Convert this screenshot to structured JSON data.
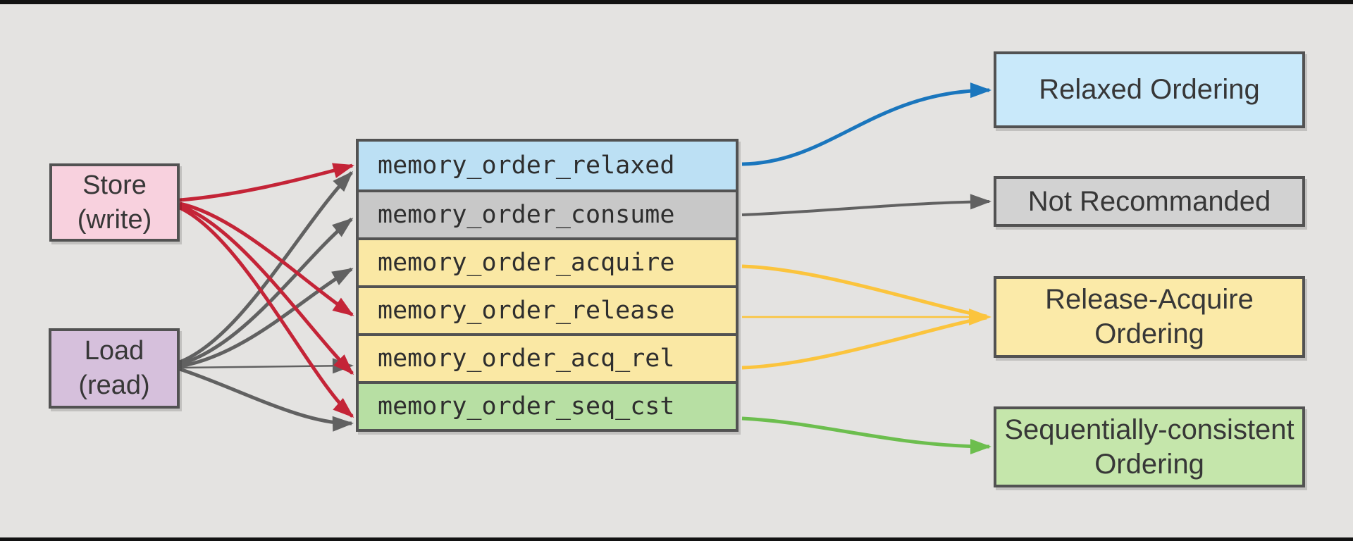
{
  "colors": {
    "background": "#e4e3e1",
    "band": "#121212",
    "border": "#525252",
    "text": "#373737",
    "store_fill": "#f8d1de",
    "load_fill": "#d6c0dc",
    "relaxed_fill": "#bce0f4",
    "consume_fill": "#c8c8c8",
    "acquire_fill": "#fae8a4",
    "seq_cst_fill": "#b7dfa3",
    "relaxed_ordering_fill": "#c9e9fa",
    "not_recommanded_fill": "#d2d2d2",
    "release_acquire_fill": "#fbeaa8",
    "seq_ordering_fill": "#c5e6ab",
    "arrow_red": "#c42437",
    "arrow_gray": "#616161",
    "arrow_blue": "#1a76bd",
    "arrow_yellow": "#fbc43d",
    "arrow_green": "#6cbe4e"
  },
  "sources": [
    {
      "id": "store",
      "label": "Store",
      "sublabel": "(write)"
    },
    {
      "id": "load",
      "label": "Load",
      "sublabel": "(read)"
    }
  ],
  "orders": [
    {
      "id": "relaxed",
      "label": "memory_order_relaxed"
    },
    {
      "id": "consume",
      "label": "memory_order_consume"
    },
    {
      "id": "acquire",
      "label": "memory_order_acquire"
    },
    {
      "id": "release",
      "label": "memory_order_release"
    },
    {
      "id": "acq_rel",
      "label": "memory_order_acq_rel"
    },
    {
      "id": "seq_cst",
      "label": "memory_order_seq_cst"
    }
  ],
  "categories": [
    {
      "id": "relaxed-ordering",
      "label": "Relaxed Ordering"
    },
    {
      "id": "not-recommanded",
      "label": "Not Recommanded"
    },
    {
      "id": "release-acquire-ordering",
      "label": "Release-Acquire Ordering"
    },
    {
      "id": "sequentially-consistent-ordering",
      "label": "Sequentially-consistent Ordering"
    }
  ],
  "edges": [
    {
      "from": "Store (write)",
      "to": "memory_order_relaxed",
      "color": "red"
    },
    {
      "from": "Store (write)",
      "to": "memory_order_release",
      "color": "red"
    },
    {
      "from": "Store (write)",
      "to": "memory_order_acq_rel",
      "color": "red"
    },
    {
      "from": "Store (write)",
      "to": "memory_order_seq_cst",
      "color": "red"
    },
    {
      "from": "Load (read)",
      "to": "memory_order_relaxed",
      "color": "gray"
    },
    {
      "from": "Load (read)",
      "to": "memory_order_consume",
      "color": "gray"
    },
    {
      "from": "Load (read)",
      "to": "memory_order_acquire",
      "color": "gray"
    },
    {
      "from": "Load (read)",
      "to": "memory_order_acq_rel",
      "color": "gray"
    },
    {
      "from": "Load (read)",
      "to": "memory_order_seq_cst",
      "color": "gray"
    },
    {
      "from": "memory_order_relaxed",
      "to": "Relaxed Ordering",
      "color": "blue"
    },
    {
      "from": "memory_order_consume",
      "to": "Not Recommanded",
      "color": "gray"
    },
    {
      "from": "memory_order_acquire",
      "to": "Release-Acquire Ordering",
      "color": "yellow"
    },
    {
      "from": "memory_order_release",
      "to": "Release-Acquire Ordering",
      "color": "yellow"
    },
    {
      "from": "memory_order_acq_rel",
      "to": "Release-Acquire Ordering",
      "color": "yellow"
    },
    {
      "from": "memory_order_seq_cst",
      "to": "Sequentially-consistent Ordering",
      "color": "green"
    }
  ]
}
